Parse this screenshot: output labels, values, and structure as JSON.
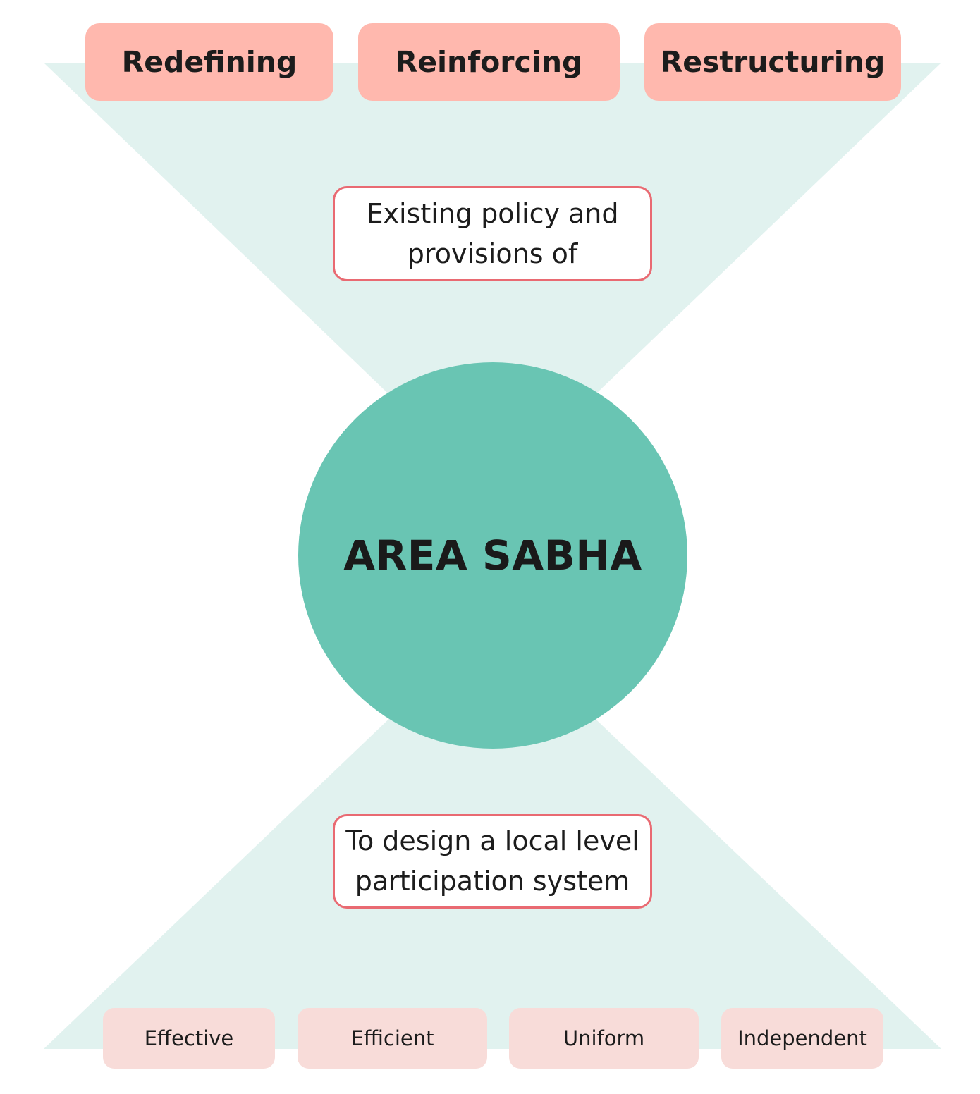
{
  "colors": {
    "funnel_fill": "#e1f2ef",
    "top_box_fill": "#ffb8ae",
    "note_border": "#e96a72",
    "circle_fill": "#69c5b3",
    "bottom_box_fill": "#f8dcd9"
  },
  "top_actions": [
    {
      "label": "Redefining"
    },
    {
      "label": "Reinforcing"
    },
    {
      "label": "Restructuring"
    }
  ],
  "upper_note": {
    "line1": "Existing policy and",
    "line2": "provisions of"
  },
  "center": {
    "label": "AREA SABHA"
  },
  "lower_note": {
    "line1": "To design a local level",
    "line2": "participation system"
  },
  "qualities": [
    {
      "label": "Effective"
    },
    {
      "label": "Efficient"
    },
    {
      "label": "Uniform"
    },
    {
      "label": "Independent"
    }
  ]
}
